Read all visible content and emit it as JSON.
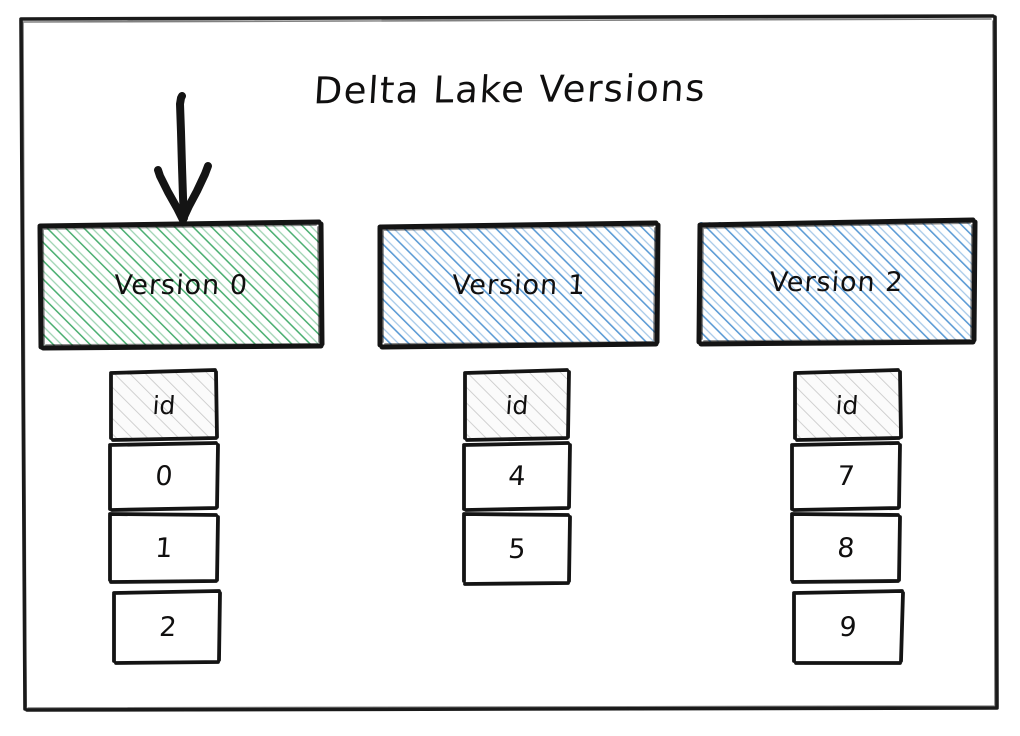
{
  "diagram": {
    "title": "Delta Lake Versions",
    "style": "hand-drawn-sketch",
    "background_color": "#ffffff",
    "frame_color": "#1a1a1a"
  },
  "colors": {
    "green_hatch": "#4caf72",
    "blue_hatch": "#5b9bd5",
    "gray_hatch": "#bdbdbd",
    "stroke": "#141414",
    "text": "#100f0f"
  },
  "arrow": {
    "name": "down-arrow",
    "points_to": "Version 0",
    "direction": "down",
    "color": "#141414"
  },
  "versions": [
    {
      "label": "Version 0",
      "fill": "green",
      "hatch_color": "#4caf72",
      "table": {
        "header": "id",
        "rows": [
          "0",
          "1",
          "2"
        ]
      }
    },
    {
      "label": "Version 1",
      "fill": "blue",
      "hatch_color": "#5b9bd5",
      "table": {
        "header": "id",
        "rows": [
          "4",
          "5"
        ]
      }
    },
    {
      "label": "Version 2",
      "fill": "blue",
      "hatch_color": "#5b9bd5",
      "table": {
        "header": "id",
        "rows": [
          "7",
          "8",
          "9"
        ]
      }
    }
  ]
}
